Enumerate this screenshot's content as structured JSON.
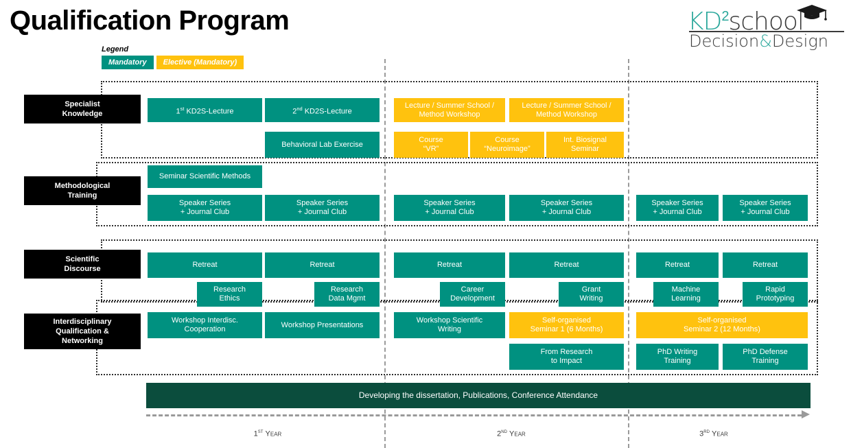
{
  "page": {
    "title": "Qualification Program"
  },
  "logo": {
    "kd": "KD",
    "superscript": "2",
    "school": "school",
    "subtitle_left": "Decision",
    "subtitle_amp": "&",
    "subtitle_right": "Design",
    "cap_icon": "graduation-cap-icon"
  },
  "legend": {
    "title": "Legend",
    "items": [
      {
        "label": "Mandatory",
        "color": "#009180"
      },
      {
        "label": "Elective (Mandatory)",
        "color": "#FFC20E"
      }
    ]
  },
  "colors": {
    "mandatory": "#009180",
    "elective": "#FFC20E",
    "dissertation": "#0B4D3D",
    "label_box": "#000000",
    "divider": "#9a9a9a"
  },
  "rows": [
    {
      "name": "specialist-knowledge",
      "label": "Specialist\nKnowledge",
      "label_line1": "Specialist",
      "label_line2": "Knowledge",
      "main_blocks": [
        {
          "label": "1st KD2S-Lecture",
          "text": "1",
          "sup": "st",
          "rest": " KD2S-Lecture",
          "type": "mandatory"
        },
        {
          "label": "2nd KD2S-Lecture",
          "text": "2",
          "sup": "nd",
          "rest": " KD2S-Lecture",
          "type": "mandatory"
        },
        {
          "label": "Lecture / Summer School / Method Workshop",
          "line1": "Lecture / Summer School /",
          "line2": "Method Workshop",
          "type": "elective"
        },
        {
          "label": "Lecture / Summer School / Method Workshop",
          "line1": "Lecture / Summer School /",
          "line2": "Method Workshop",
          "type": "elective"
        }
      ],
      "sub_blocks": [
        {
          "label": "Behavioral Lab Exercise",
          "line1": "Behavioral Lab Exercise",
          "line2": "",
          "type": "mandatory"
        },
        {
          "label": "Course \"VR\"",
          "line1": "Course",
          "line2": "“VR”",
          "type": "elective"
        },
        {
          "label": "Course \"Neuroimage\"",
          "line1": "Course",
          "line2": "“Neuroimage”",
          "type": "elective"
        },
        {
          "label": "Int. Biosignal Seminar",
          "line1": "Int. Biosignal",
          "line2": "Seminar",
          "type": "elective"
        }
      ]
    },
    {
      "name": "methodological-training",
      "label_line1": "Methodological",
      "label_line2": "Training",
      "top_blocks": [
        {
          "label": "Seminar Scientific Methods",
          "type": "mandatory"
        }
      ],
      "speaker_series": [
        {
          "line1": "Speaker Series",
          "line2": "+ Journal Club",
          "type": "mandatory"
        },
        {
          "line1": "Speaker Series",
          "line2": "+ Journal Club",
          "type": "mandatory"
        },
        {
          "line1": "Speaker Series",
          "line2": "+ Journal Club",
          "type": "mandatory"
        },
        {
          "line1": "Speaker Series",
          "line2": "+ Journal Club",
          "type": "mandatory"
        },
        {
          "line1": "Speaker Series",
          "line2": "+ Journal Club",
          "type": "mandatory"
        },
        {
          "line1": "Speaker Series",
          "line2": "+ Journal Club",
          "type": "mandatory"
        }
      ]
    },
    {
      "name": "scientific-discourse",
      "label_line1": "Scientific",
      "label_line2": "Discourse",
      "retreats": [
        {
          "label": "Retreat",
          "type": "mandatory"
        },
        {
          "label": "Retreat",
          "type": "mandatory"
        },
        {
          "label": "Retreat",
          "type": "mandatory"
        },
        {
          "label": "Retreat",
          "type": "mandatory"
        },
        {
          "label": "Retreat",
          "type": "mandatory"
        },
        {
          "label": "Retreat",
          "type": "mandatory"
        }
      ],
      "sub_blocks": [
        {
          "line1": "Research",
          "line2": "Ethics",
          "type": "mandatory"
        },
        {
          "line1": "Research",
          "line2": "Data Mgmt",
          "type": "mandatory"
        },
        {
          "line1": "Career",
          "line2": "Development",
          "type": "mandatory"
        },
        {
          "line1": "Grant",
          "line2": "Writing",
          "type": "mandatory"
        },
        {
          "line1": "Machine",
          "line2": "Learning",
          "type": "mandatory"
        },
        {
          "line1": "Rapid",
          "line2": "Prototyping",
          "type": "mandatory"
        }
      ]
    },
    {
      "name": "interdisciplinary-qualification-networking",
      "label_line1": "Interdisciplinary",
      "label_line2": "Qualification &",
      "label_line3": "Networking",
      "main_blocks": [
        {
          "line1": "Workshop Interdisc.",
          "line2": "Cooperation",
          "type": "mandatory"
        },
        {
          "line1": "Workshop Presentations",
          "line2": "",
          "type": "mandatory"
        },
        {
          "line1": "Workshop Scientific",
          "line2": "Writing",
          "type": "mandatory"
        },
        {
          "line1": "Self-organised",
          "line2": "Seminar 1 (6 Months)",
          "type": "elective"
        },
        {
          "line1": "Self-organised",
          "line2": "Seminar 2 (12 Months)",
          "type": "elective"
        }
      ],
      "sub_blocks": [
        {
          "line1": "From Research",
          "line2": "to Impact",
          "type": "mandatory"
        },
        {
          "line1": "PhD Writing",
          "line2": "Training",
          "type": "mandatory"
        },
        {
          "line1": "PhD Defense",
          "line2": "Training",
          "type": "mandatory"
        }
      ]
    }
  ],
  "dissertation_bar": {
    "label": "Developing the dissertation, Publications, Conference Attendance"
  },
  "timeline": {
    "years": [
      {
        "num": "1",
        "sup": "st",
        "word": "Year"
      },
      {
        "num": "2",
        "sup": "nd",
        "word": "Year"
      },
      {
        "num": "3",
        "sup": "rd",
        "word": "Year"
      }
    ],
    "arrow_icon": "arrow-right-icon"
  }
}
